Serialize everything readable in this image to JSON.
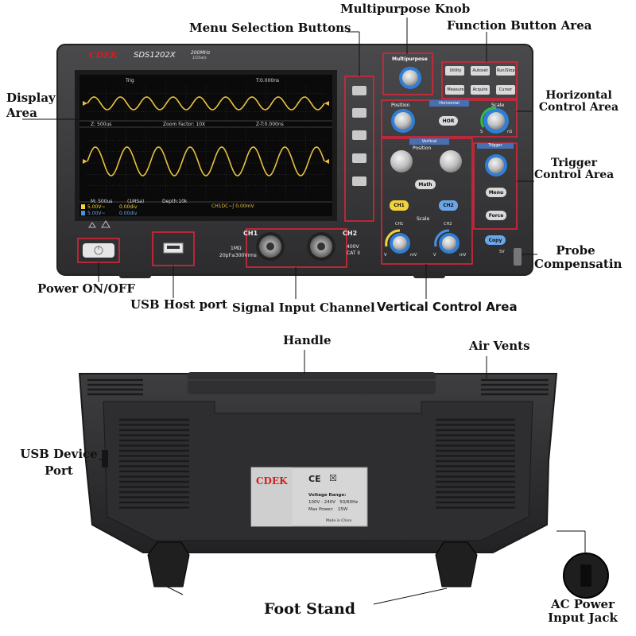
{
  "labels": {
    "multipurpose_knob": "Multipurpose Knob",
    "menu_selection_buttons": "Menu Selection Buttons",
    "function_button_area": "Function Button Area",
    "display_area_1": "Display",
    "display_area_2": "Area",
    "horizontal_control_1": "Horizontal",
    "horizontal_control_2": "Control Area",
    "trigger_control_1": "Trigger",
    "trigger_control_2": "Control Area",
    "probe_comp_1": "Probe",
    "probe_comp_2": "Compensatin",
    "power_on_off": "Power ON/OFF",
    "usb_host_port": "USB Host port",
    "signal_input_channel": "Signal Input Channel",
    "vertical_control_area": "Vertical Control Area",
    "handle": "Handle",
    "air_vents": "Air Vents",
    "usb_device_1": "USB Device",
    "usb_device_2": "Port",
    "foot_stand": "Foot Stand",
    "ac_power_1": "AC Power",
    "ac_power_2": "Input Jack"
  },
  "front": {
    "brand": "CDEK",
    "model": "SDS1202X",
    "spec_bandwidth": "200MHz",
    "spec_rate": "1GSa/s",
    "screen": {
      "trig": "Trig",
      "time_top": "T:0.000ns",
      "zoom_left": "Z: 500us",
      "zoom_factor": "Zoom Factor: 10X",
      "zoom_t": "Z-T:0.000ns",
      "bottom_m": "M: 500us",
      "bottom_rate": "(1MSa)",
      "bottom_depth": "Depth:10k",
      "bottom_trig": "CH1DC~ʃ 0.00mV",
      "ch1_row": "5.00V~",
      "ch1_val": "0.00div",
      "ch2_row": "5.00V~",
      "ch2_val": "0.00div"
    },
    "multipurpose_title": "Multipurpose",
    "buttons": {
      "utility": "Utility",
      "autoset": "Autoset",
      "runstop": "Run/Stop",
      "measure": "Measure",
      "acquire": "Acquire",
      "cursor": "Cursor"
    },
    "horizontal_title": "Horizontal",
    "position_label": "Position",
    "scale_label": "Scale",
    "hor_button": "HOR",
    "vertical_title": "Vertical",
    "math_button": "Math",
    "ch1_button": "CH1",
    "ch2_button": "CH2",
    "trigger_title": "Trigger",
    "menu_button": "Menu",
    "force_button": "Force",
    "copy_button": "Copy",
    "ch1_input": "CH1",
    "ch2_input": "CH2",
    "impedance": "1MΩ",
    "capacitance": "20pF≤300Vrms",
    "cat_rating": "400V",
    "cat_label": "CAT II",
    "scale_ch1": "CH1",
    "scale_ch2": "CH2",
    "unit_v": "V",
    "unit_mv": "mV",
    "ns_label": "nS",
    "s_label": "S",
    "probe_5v": "5V"
  },
  "back": {
    "brand": "CDEK",
    "voltage_title": "Voltage Range:",
    "voltage_value": "100V - 240V   50/60Hz",
    "max_power": "Max Power:   15W",
    "made_in": "Made in China"
  },
  "colors": {
    "body": "#3a3a3c",
    "bezel": "#1b1b1b",
    "screen": "#0a0a0a",
    "wave": "#e8c040",
    "grid": "#5a5a5a",
    "callout_red": "#d8263a",
    "ch1_yellow": "#f2d33a",
    "ch2_blue": "#4a90e2",
    "knob_blue": "#2f7fd6",
    "green_arc": "#2fbf4a",
    "brand_red": "#d21f1f"
  }
}
